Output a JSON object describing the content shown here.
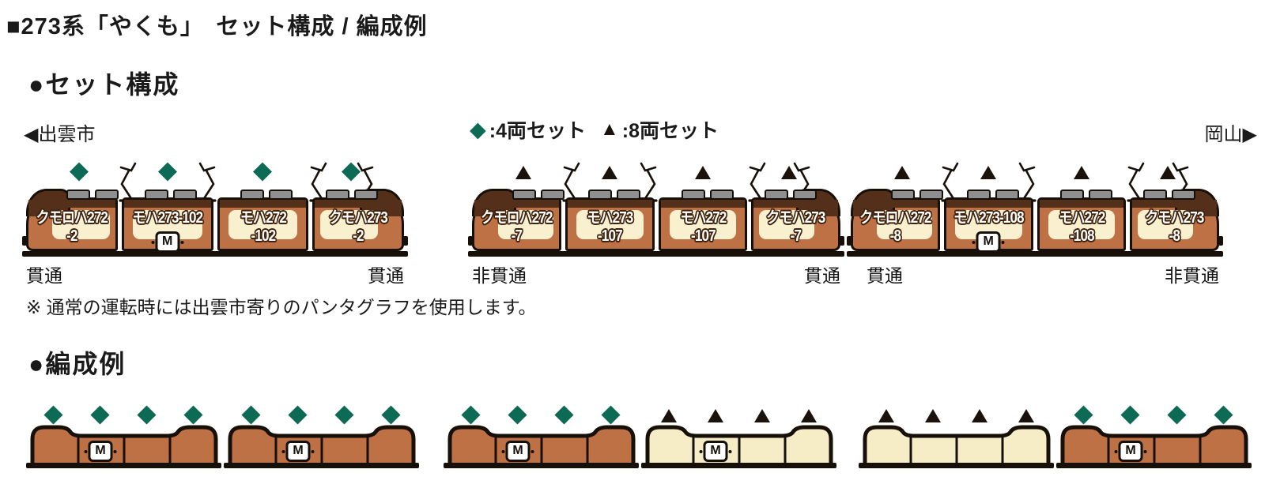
{
  "title": "■273系「やくも」　セット構成 / 編成例",
  "m_label": "M",
  "colors": {
    "body_brown": "#bf7146",
    "roof_brown": "#54301a",
    "window_cream": "#f8f0cf",
    "cream_body": "#f6edc6",
    "marker_green": "#0d6b55",
    "marker_black": "#1b130b",
    "outline": "#171009",
    "ac_gray": "#8f8f8f"
  },
  "set_config": {
    "heading": "●セット構成",
    "direction_left": "◀出雲市",
    "direction_right": "岡山▶",
    "legend": {
      "four_car": {
        "symbol": "◆",
        "label": ":4両セット"
      },
      "eight_car": {
        "symbol": "▲",
        "label": ":8両セット"
      }
    },
    "note": "※ 通常の運転時には出雲市寄りのパンタグラフを使用します。",
    "sets": [
      {
        "marker": "diamond",
        "left_label": "貫通",
        "right_label": "貫通",
        "cars": [
          {
            "line1": "クモロハ272",
            "line2": "-2"
          },
          {
            "line1": "モハ273-102",
            "line2": ""
          },
          {
            "line1": "モハ272",
            "line2": "-102"
          },
          {
            "line1": "クモハ273",
            "line2": "-2"
          }
        ]
      },
      {
        "marker": "triangle",
        "left_label": "非貫通",
        "right_label": "貫通",
        "cars": [
          {
            "line1": "クモロハ272",
            "line2": "-7"
          },
          {
            "line1": "モハ273",
            "line2": "-107"
          },
          {
            "line1": "モハ272",
            "line2": "-107"
          },
          {
            "line1": "クモハ273",
            "line2": "-7"
          }
        ]
      },
      {
        "marker": "triangle",
        "left_label": "貫通",
        "right_label": "非貫通",
        "cars": [
          {
            "line1": "クモロハ272",
            "line2": "-8"
          },
          {
            "line1": "モハ273-108",
            "line2": ""
          },
          {
            "line1": "モハ272",
            "line2": "-108"
          },
          {
            "line1": "クモハ273",
            "line2": "-8"
          }
        ]
      }
    ]
  },
  "formation_examples": {
    "heading": "●編成例",
    "formations": [
      {
        "units": [
          {
            "marker": "diamond",
            "color": "brown",
            "has_motor": true
          },
          {
            "marker": "diamond",
            "color": "brown",
            "has_motor": true
          }
        ]
      },
      {
        "units": [
          {
            "marker": "diamond",
            "color": "brown",
            "has_motor": true
          },
          {
            "marker": "triangle",
            "color": "cream",
            "has_motor": true
          }
        ]
      },
      {
        "units": [
          {
            "marker": "triangle",
            "color": "cream",
            "has_motor": false
          },
          {
            "marker": "diamond",
            "color": "brown",
            "has_motor": true
          }
        ]
      }
    ]
  }
}
